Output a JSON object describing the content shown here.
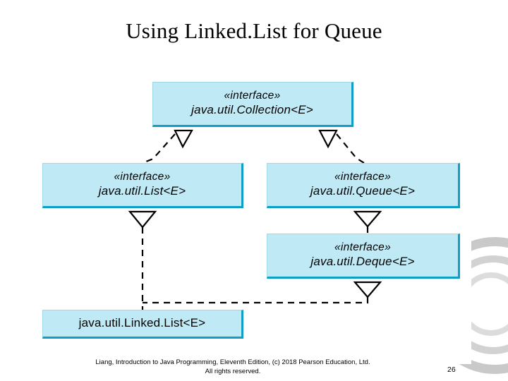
{
  "slide": {
    "title": "Using Linked.List for Queue",
    "footer_line1": "Liang, Introduction to Java Programming, Eleventh Edition, (c) 2018 Pearson Education, Ltd.",
    "footer_line2": "All rights reserved.",
    "page_number": "26"
  },
  "diagram": {
    "type": "uml-class-hierarchy",
    "box_fill": "#bfe9f5",
    "box_shadow": "#0f9ec4",
    "nodes": [
      {
        "id": "collection",
        "stereotype": "«interface»",
        "name": "java.util.Collection<E>",
        "kind": "interface"
      },
      {
        "id": "list",
        "stereotype": "«interface»",
        "name": "java.util.List<E>",
        "kind": "interface"
      },
      {
        "id": "queue",
        "stereotype": "«interface»",
        "name": "java.util.Queue<E>",
        "kind": "interface"
      },
      {
        "id": "deque",
        "stereotype": "«interface»",
        "name": "java.util.Deque<E>",
        "kind": "interface"
      },
      {
        "id": "linkedlist",
        "stereotype": "",
        "name": "java.util.Linked.List<E>",
        "kind": "class"
      }
    ],
    "edges": [
      {
        "from": "list",
        "to": "collection",
        "style": "dashed",
        "arrow": "hollow-triangle"
      },
      {
        "from": "queue",
        "to": "collection",
        "style": "dashed",
        "arrow": "hollow-triangle"
      },
      {
        "from": "deque",
        "to": "queue",
        "style": "dashed",
        "arrow": "hollow-triangle"
      },
      {
        "from": "linkedlist",
        "to": "list",
        "style": "dashed",
        "arrow": "hollow-triangle"
      },
      {
        "from": "linkedlist",
        "to": "deque",
        "style": "dashed",
        "arrow": "hollow-triangle"
      }
    ]
  }
}
